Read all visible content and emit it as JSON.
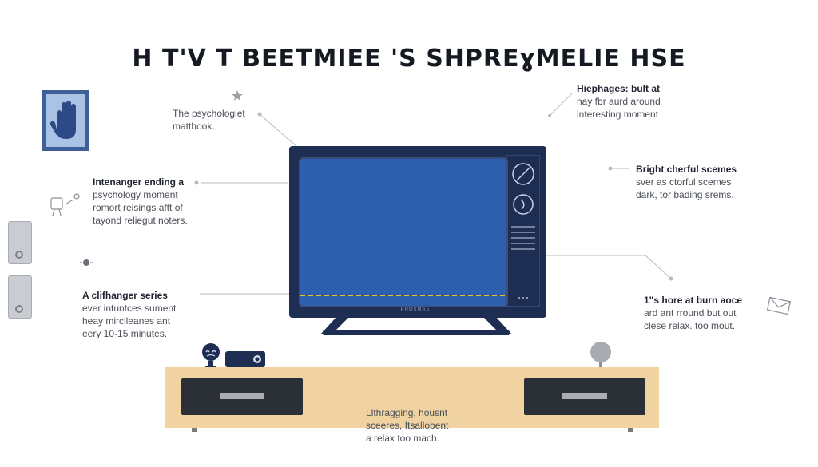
{
  "title": "H T'V  T BEETMIEE 'S SHPREɣMELIE HSE",
  "notes": {
    "top_left": [
      "The psychologiet",
      "matthook."
    ],
    "mid_left": [
      "Intenanger ending a",
      "psychology moment",
      "romort reisings aftt of",
      "tayond reliegut noters."
    ],
    "low_left": [
      "A clifhanger series",
      "ever intuntces sument",
      "heay mirclleanes ant",
      "eery 10-15 minutes."
    ],
    "top_right": [
      "Hiephages: bult at",
      "nay fbr aurd around",
      "interesting moment"
    ],
    "mid_right": [
      "Bright cherful scemes",
      "sver as ctorful scemes",
      "dark, tor bading srems."
    ],
    "low_right": [
      "1\"s hore at burn aoce",
      "ard ant rround but out",
      "clese relax. too mout."
    ],
    "bottom_center": [
      "Llthragging, housnt",
      "sceeres, Itsallobent",
      "a relax too mach."
    ]
  },
  "tv": {
    "brand": "PHOSMAE"
  },
  "colors": {
    "tv_body": "#1e2d52",
    "screen": "#2d5fae",
    "scanline": "#e7c12a",
    "cabinet": "#f1d3a2",
    "drawer": "#2b2f36",
    "hand_panel": "#a9c2e6"
  },
  "icons": [
    "hand-icon",
    "star-icon",
    "camera-icon",
    "robot-icon",
    "envelope-icon",
    "spotlight-icon",
    "projector-icon",
    "compass-icon",
    "clock-icon"
  ]
}
